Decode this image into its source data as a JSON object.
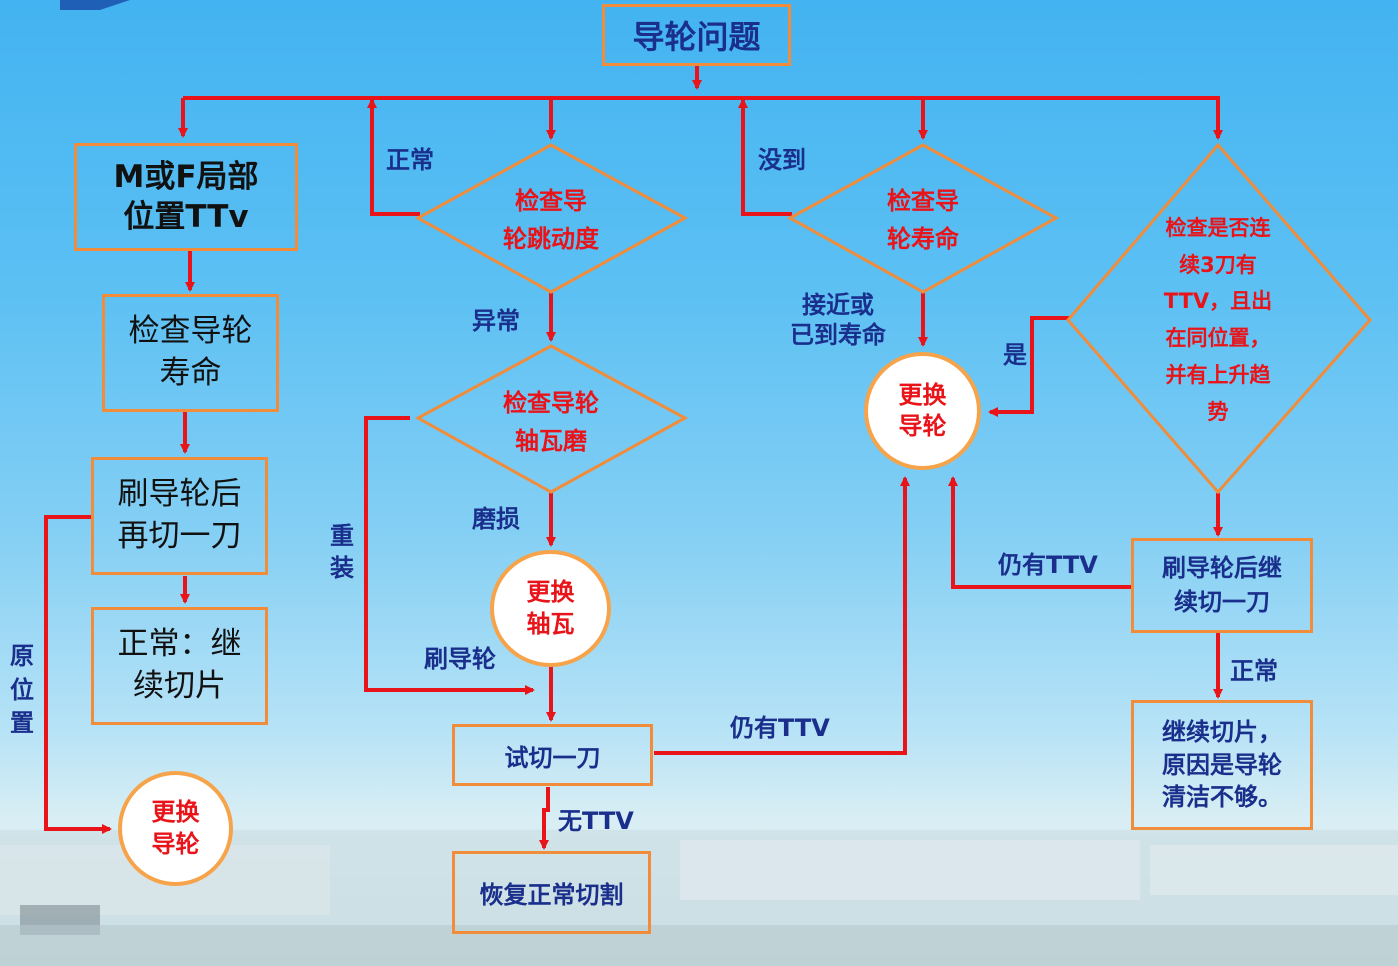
{
  "title": "导轮问题",
  "col1": {
    "box1": "M或F局部\n位置TTv",
    "box2": "检查导轮\n寿命",
    "box3": "刷导轮后\n再切一刀",
    "box4": "正常：继\n续切片",
    "circle": "更换\n导轮",
    "side_label": "原\n位\n置"
  },
  "col2": {
    "diamond1": "检查导\n轮跳动度",
    "label_normal": "正常",
    "label_abnormal": "异常",
    "diamond2": "检查导轮\n轴瓦磨",
    "label_worn": "磨损",
    "circle": "更换\n轴瓦",
    "label_reinstall": "重\n装",
    "label_brush": "刷导轮",
    "box_test": "试切一刀",
    "label_no_ttv": "无TTV",
    "box_restore": "恢复正常切割",
    "label_still_ttv": "仍有TTV"
  },
  "col3": {
    "diamond": "检查导\n轮寿命",
    "label_not_reached": "没到",
    "label_near": "接近或\n已到寿命",
    "circle": "更换\n导轮"
  },
  "col4": {
    "diamond": "检查是否连\n续3刀有\nTTV，且出\n在同位置，\n并有上升趋\n势",
    "label_yes": "是",
    "box_brush": "刷导轮后继\n续切一刀",
    "label_still_ttv": "仍有TTV",
    "label_normal": "正常",
    "box_continue": "继续切片，\n原因是导轮\n清洁不够。"
  },
  "colors": {
    "arrow": "#e8141a",
    "border": "#f08c3a",
    "box_text": "#1a2f8c",
    "diamond_text": "#e8141a"
  }
}
